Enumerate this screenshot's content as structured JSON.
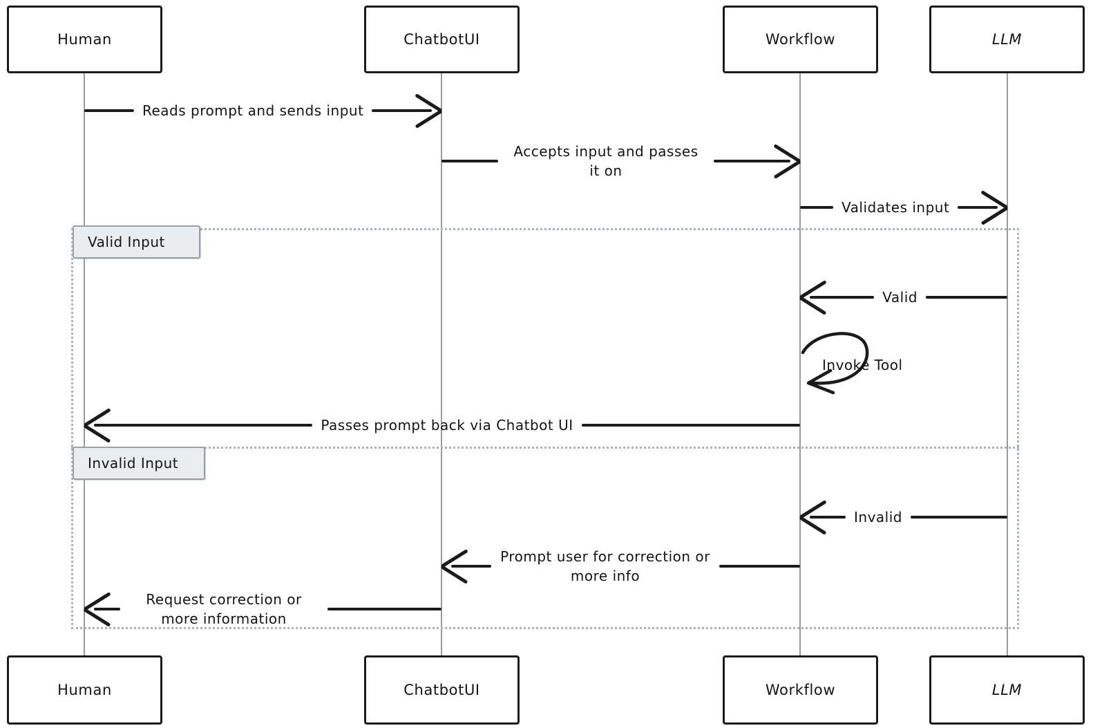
{
  "diagram": {
    "type": "sequence-diagram",
    "participants": [
      {
        "id": "human",
        "label": "Human"
      },
      {
        "id": "chatbotui",
        "label": "ChatbotUI"
      },
      {
        "id": "workflow",
        "label": "Workflow"
      },
      {
        "id": "llm",
        "label": "LLM"
      }
    ],
    "alt_sections": [
      {
        "label": "Valid Input"
      },
      {
        "label": "Invalid Input"
      }
    ],
    "messages": [
      {
        "from": "Human",
        "to": "ChatbotUI",
        "label": "Reads prompt and sends input"
      },
      {
        "from": "ChatbotUI",
        "to": "Workflow",
        "label": "Accepts input and passes it on"
      },
      {
        "from": "Workflow",
        "to": "LLM",
        "label": "Validates input"
      },
      {
        "from": "LLM",
        "to": "Workflow",
        "label": "Valid",
        "section": "Valid Input"
      },
      {
        "from": "Workflow",
        "to": "Workflow",
        "label": "Invoke Tool",
        "type": "self",
        "section": "Valid Input"
      },
      {
        "from": "Workflow",
        "to": "Human",
        "label": "Passes prompt back via Chatbot UI",
        "section": "Valid Input"
      },
      {
        "from": "LLM",
        "to": "Workflow",
        "label": "Invalid",
        "section": "Invalid Input"
      },
      {
        "from": "Workflow",
        "to": "ChatbotUI",
        "label": "Prompt user for correction or more info",
        "section": "Invalid Input"
      },
      {
        "from": "ChatbotUI",
        "to": "Human",
        "label": "Request correction or more information",
        "section": "Invalid Input"
      }
    ],
    "colors": {
      "stroke": "#1b1b1b",
      "lifeline": "#9b9b9b",
      "frame_dotted": "#a9b2ba",
      "section_label_bg": "#e9edf0",
      "section_label_border": "#97a1aa",
      "background": "#ffffff"
    }
  }
}
